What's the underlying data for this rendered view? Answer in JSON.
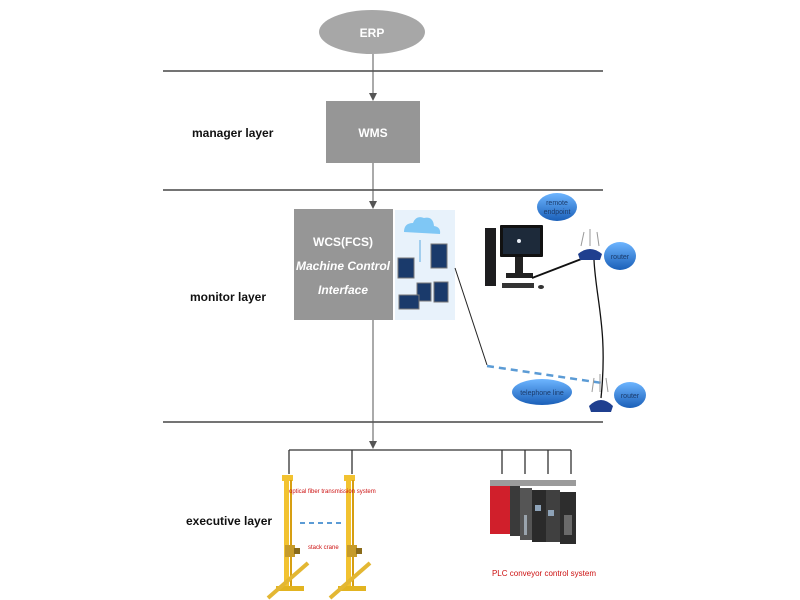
{
  "erp": {
    "label": "ERP"
  },
  "layers": {
    "manager": "manager layer",
    "monitor": "monitor layer",
    "executive": "executive layer"
  },
  "wms": {
    "label": "WMS"
  },
  "wcs": {
    "line1": "WCS(FCS)",
    "line2": "Machine Control",
    "line3": "Interface"
  },
  "network": {
    "remote_endpoint": [
      "remote",
      "endpoint"
    ],
    "router_top": "router",
    "router_bottom": "router",
    "telephone_line": "telephone line"
  },
  "executive": {
    "optical_fiber": "optical fiber transmission system",
    "stack_crane": "stack crane",
    "plc": "PLC conveyor control system"
  },
  "colors": {
    "erp_fill": "#a7a7a7",
    "box_fill": "#969696",
    "bubble_fill": "#1f78d8",
    "crane_yellow": "#f2c230",
    "plc_red": "#d01f2b",
    "dashed_blue": "#5b9bd5"
  }
}
